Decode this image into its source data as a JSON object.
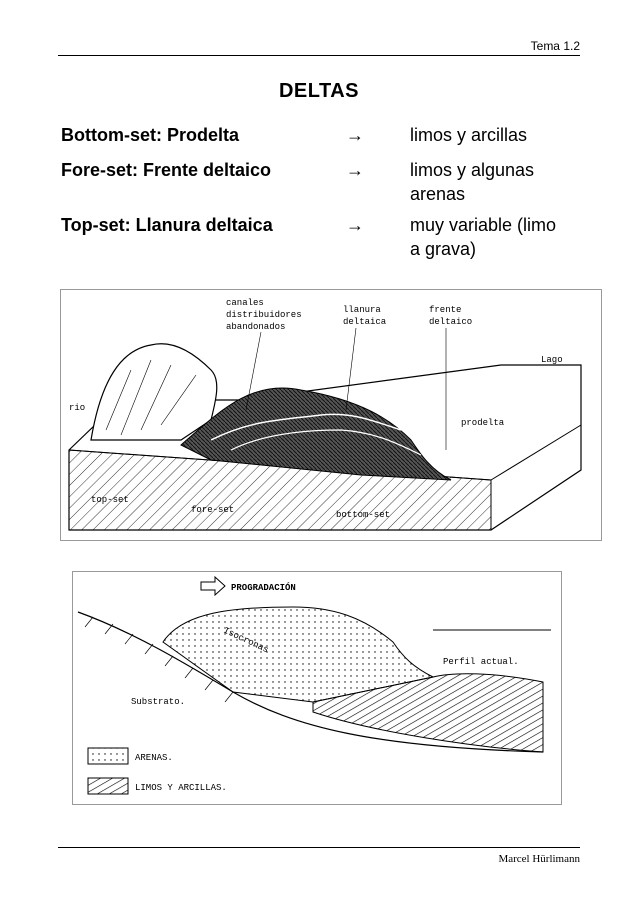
{
  "header": {
    "topic": "Tema 1.2"
  },
  "title": "DELTAS",
  "rows": [
    {
      "label": "Bottom-set: Prodelta",
      "arrow": "→",
      "value": "limos y arcillas"
    },
    {
      "label": "Fore-set: Frente deltaico",
      "arrow": "→",
      "value": "limos y algunas arenas"
    },
    {
      "label": "Top-set: Llanura deltaica",
      "arrow": "→",
      "value": "muy variable (limo a grava)"
    }
  ],
  "figure1": {
    "labels": {
      "canales": "canales",
      "distribuidores": "distribuidores",
      "abandonados": "abandonados",
      "llanura": "llanura",
      "deltaica": "deltaica",
      "frente": "frente",
      "deltaico": "deltaico",
      "lago": "Lago",
      "rio": "rio",
      "prodelta": "prodelta",
      "topset": "top-set",
      "foreset": "fore-set",
      "bottomset": "bottom-set"
    }
  },
  "figure2": {
    "progradacion": "PROGRADACIÓN",
    "isocronas": "Isocronas",
    "perfil": "Perfil actual.",
    "substrato": "Substrato.",
    "legend_arenas": "ARENAS.",
    "legend_limos": "LIMOS Y ARCILLAS."
  },
  "footer": {
    "author": "Marcel Hürlimann"
  }
}
